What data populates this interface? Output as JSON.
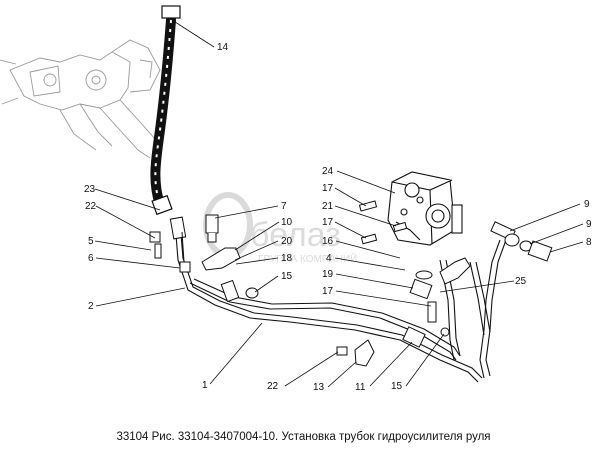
{
  "figure": {
    "caption": "33104 Рис. 33104-3407004-10. Установка трубок гидроусилителя руля",
    "watermark_logo": "белаз",
    "watermark_text": "ГРУППА КОМПАНИЙ"
  },
  "callouts": {
    "c1": "1",
    "c2": "2",
    "c4": "4",
    "c5": "5",
    "c6": "6",
    "c7": "7",
    "c8": "8",
    "c9a": "9",
    "c9b": "9",
    "c10": "10",
    "c11": "11",
    "c13": "13",
    "c14": "14",
    "c15a": "15",
    "c15b": "15",
    "c16": "16",
    "c17a": "17",
    "c17b": "17",
    "c17c": "17",
    "c18": "18",
    "c19": "19",
    "c20": "20",
    "c21": "21",
    "c22a": "22",
    "c22b": "22",
    "c23": "23",
    "c24": "24",
    "c25": "25"
  }
}
